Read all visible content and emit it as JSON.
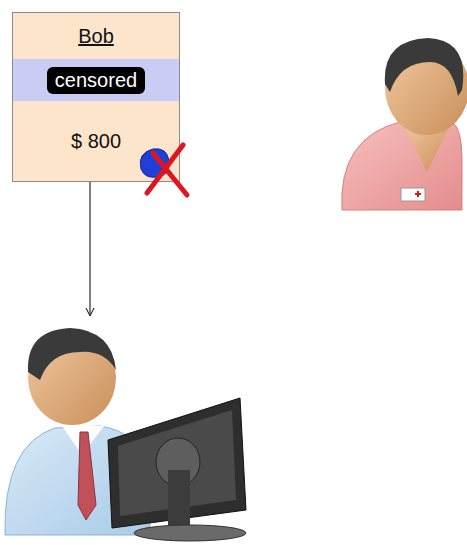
{
  "diagram": {
    "nodes": [
      {
        "text": [
          "Bob",
          "censored",
          "$ 800"
        ]
      }
    ]
  }
}
